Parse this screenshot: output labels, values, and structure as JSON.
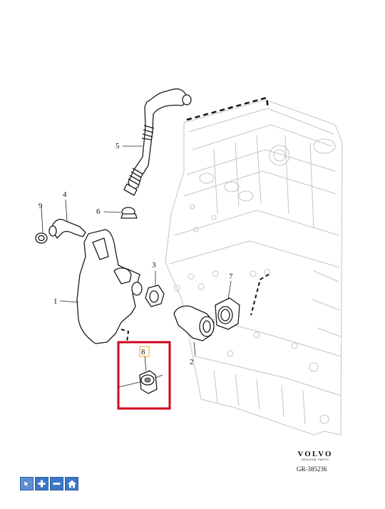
{
  "diagram": {
    "callouts": [
      "1",
      "2",
      "3",
      "4",
      "5",
      "6",
      "7",
      "8",
      "9"
    ],
    "highlight_color": "#d0021b",
    "selected_callout": "8"
  },
  "branding": {
    "logo": "VOLVO",
    "tagline": "GENUINE PARTS",
    "reference": "GR-385236"
  },
  "toolbar": {
    "buttons": [
      {
        "icon": "pan-icon",
        "label": "Pan"
      },
      {
        "icon": "plus-icon",
        "label": "+"
      },
      {
        "icon": "minus-icon",
        "label": "−"
      },
      {
        "icon": "home-icon",
        "label": "Home"
      }
    ]
  }
}
